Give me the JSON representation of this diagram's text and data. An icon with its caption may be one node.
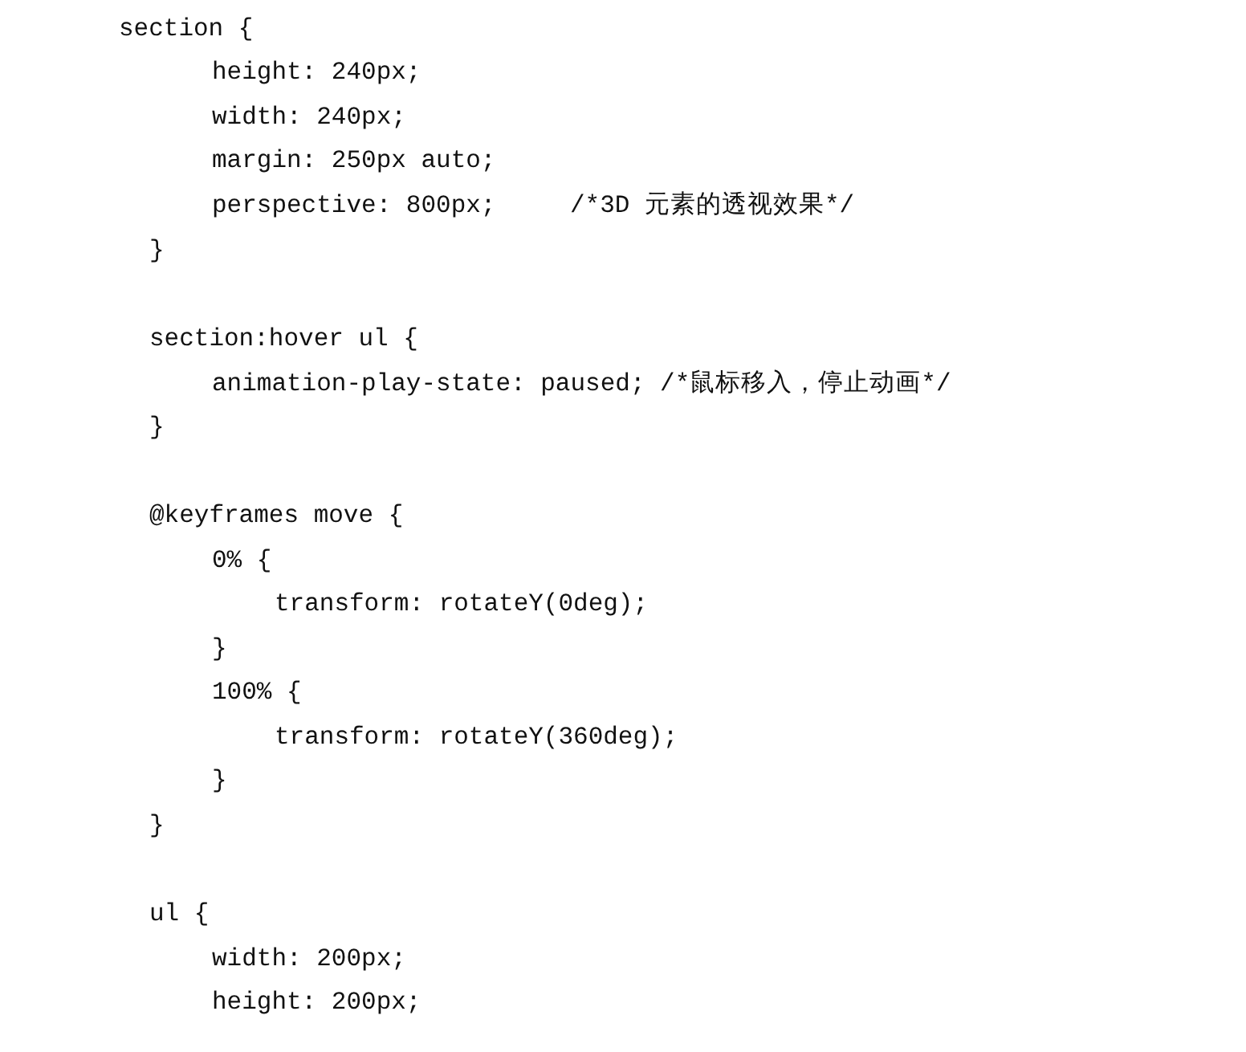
{
  "diagram": {
    "labels": [
      "section {",
      "height: 240px;",
      "width: 240px;",
      "margin: 250px auto;",
      "perspective: 800px;",
      "/*3D 元素的透视效果*/",
      "}",
      "section:hover ul {",
      "animation-play-state: paused; /*鼠标移入，停止动画*/",
      "}",
      "@keyframes move {",
      "0% {",
      "transform: rotateY(0deg);",
      "}",
      "100% {",
      "transform: rotateY(360deg);",
      "}",
      "}",
      "ul {",
      "width: 200px;",
      "height: 200px;"
    ]
  }
}
